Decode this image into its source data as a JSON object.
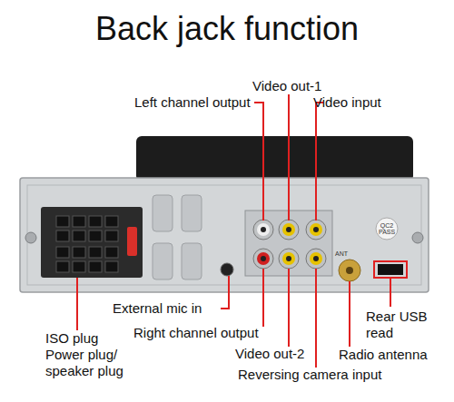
{
  "diagram": {
    "title": "Back jack function",
    "labels": [
      "Video out-1",
      "Left channel output",
      "Video input",
      "QC2 PASS",
      "ANT",
      "External mic in",
      "Right channel output",
      "Rear USB read",
      "Video out-2",
      "Radio antenna",
      "ISO plug Power plug/ speaker plug",
      "Reversing camera input"
    ]
  }
}
